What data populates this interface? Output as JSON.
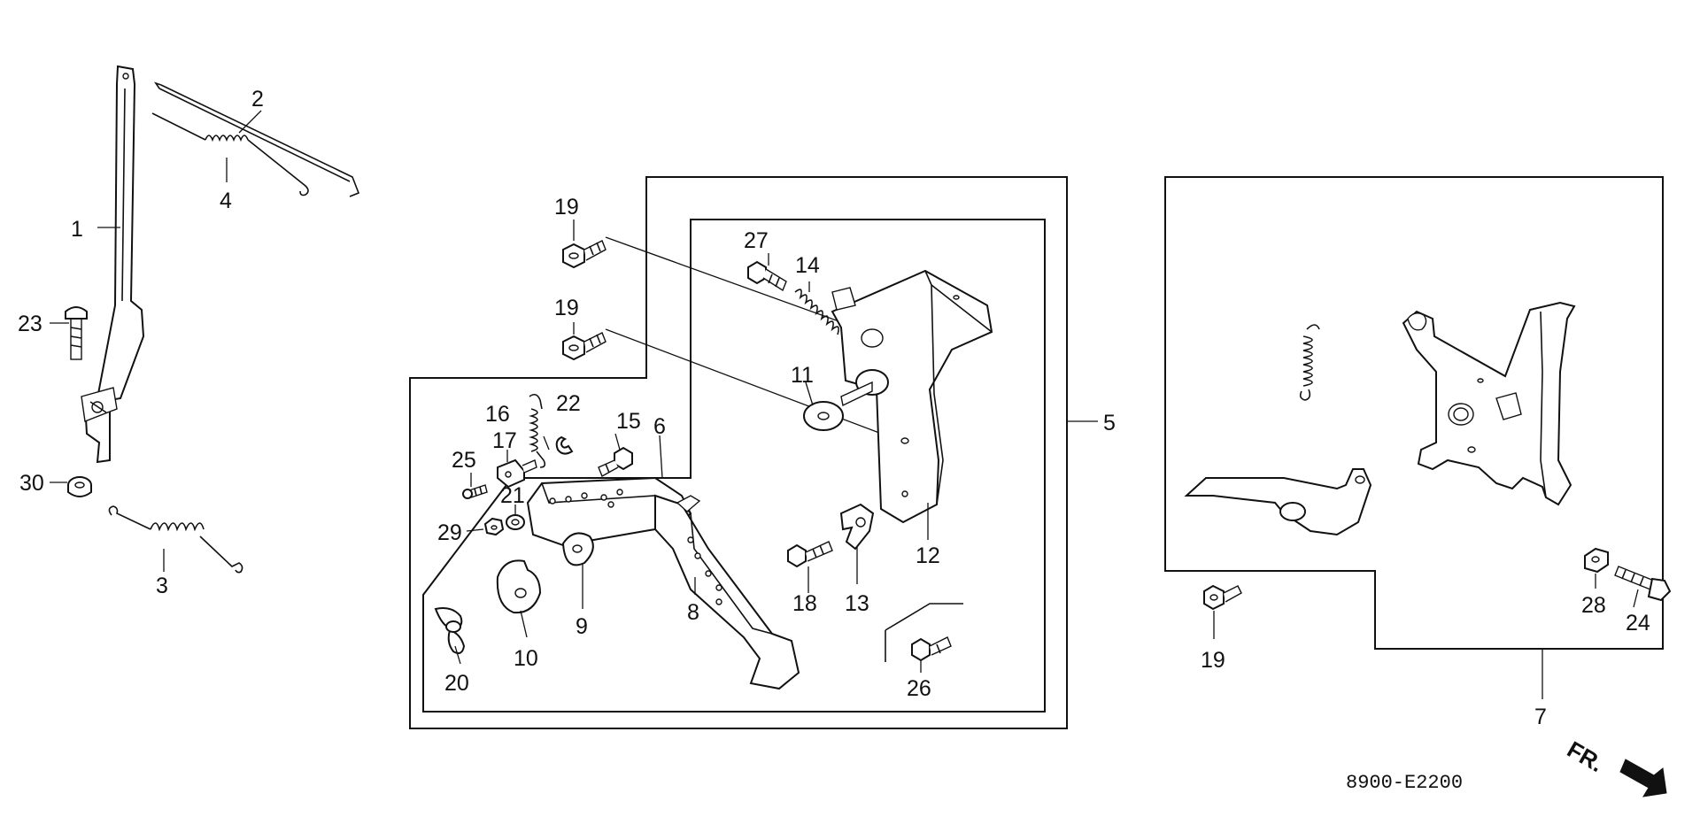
{
  "diagram_code": "8900-E2200",
  "direction_label": "FR.",
  "parts": {
    "p1": "1",
    "p2": "2",
    "p3": "3",
    "p4": "4",
    "p5": "5",
    "p6": "6",
    "p7": "7",
    "p8": "8",
    "p9": "9",
    "p10": "10",
    "p11": "11",
    "p12": "12",
    "p13": "13",
    "p14": "14",
    "p15": "15",
    "p16": "16",
    "p17": "17",
    "p18": "18",
    "p19a": "19",
    "p19b": "19",
    "p19c": "19",
    "p20": "20",
    "p21": "21",
    "p22": "22",
    "p23": "23",
    "p24": "24",
    "p25": "25",
    "p26": "26",
    "p27": "27",
    "p28": "28",
    "p29": "29",
    "p30": "30"
  }
}
